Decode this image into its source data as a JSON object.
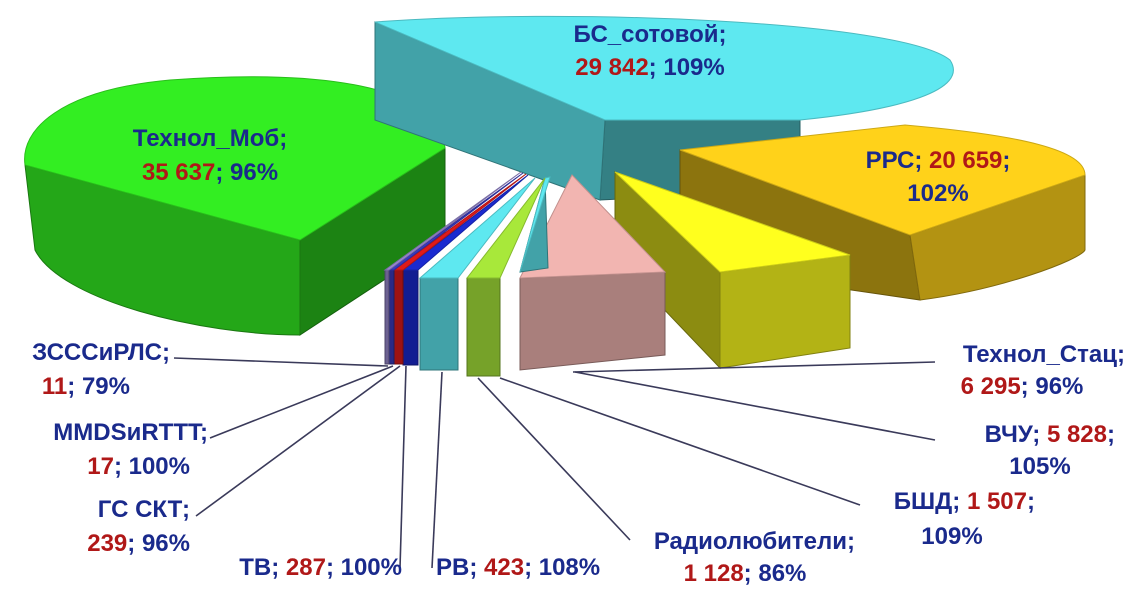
{
  "chart_data": {
    "type": "pie",
    "style": "3d-exploded",
    "slices": [
      {
        "name": "БС_сотовой",
        "value": "29 842",
        "percent": "109%",
        "color": "#5ee8f0"
      },
      {
        "name": "РРС",
        "value": "20 659",
        "percent": "102%",
        "color": "#ffd21a"
      },
      {
        "name": "Технол_Стац",
        "value": "6 295",
        "percent": "96%",
        "color": "#ffff1e"
      },
      {
        "name": "ВЧУ",
        "value": "5 828",
        "percent": "105%",
        "color": "#f2b5b1"
      },
      {
        "name": "БШД",
        "value": "1 507",
        "percent": "109%",
        "color": "#5ee8f0"
      },
      {
        "name": "Радиолюбители",
        "value": "1 128",
        "percent": "86%",
        "color": "#a8e83a"
      },
      {
        "name": "РВ",
        "value": "423",
        "percent": "108%",
        "color": "#5ee8f0"
      },
      {
        "name": "ТВ",
        "value": "287",
        "percent": "100%",
        "color": "#1a2ad0"
      },
      {
        "name": "ГС СКТ",
        "value": "239",
        "percent": "96%",
        "color": "#e01a1a"
      },
      {
        "name": "MMDSиRTTT",
        "value": "17",
        "percent": "100%",
        "color": "#3a3ac0"
      },
      {
        "name": "ЗСССиРЛС",
        "value": "11",
        "percent": "79%",
        "color": "#9a8ad0"
      },
      {
        "name": "Технол_Моб",
        "value": "35 637",
        "percent": "96%",
        "color": "#33ee22"
      }
    ]
  }
}
